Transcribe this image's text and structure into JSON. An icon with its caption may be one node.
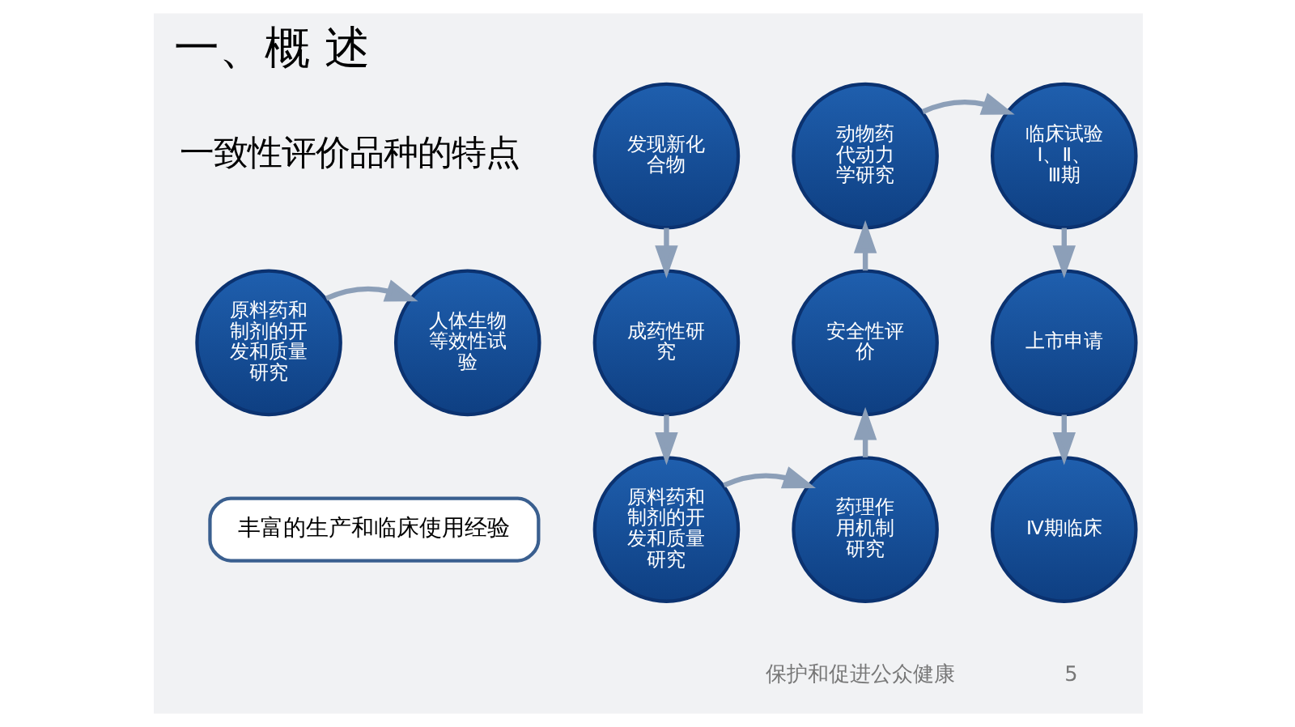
{
  "diagram": {
    "title": "一、概 述",
    "nodes": [
      {
        "text": [
          "原料药和制剂的开发和质量研究"
        ]
      },
      {
        "text": [
          "人体生物等效性试验"
        ]
      },
      {
        "text": [
          "丰富的生产和临床使用经验"
        ]
      },
      {
        "text": [
          "发现新化合物"
        ]
      },
      {
        "text": [
          "成药性研究"
        ]
      },
      {
        "text": [
          "原料药和制剂的开发和质量研究"
        ]
      },
      {
        "text": [
          "药理作用机制研究"
        ]
      },
      {
        "text": [
          "安全性评价"
        ]
      },
      {
        "text": [
          "动物药代动力学研究"
        ]
      },
      {
        "text": [
          "临床试验Ⅰ、Ⅱ、Ⅲ期"
        ]
      },
      {
        "text": [
          "上市申请"
        ]
      },
      {
        "text": [
          "Ⅳ期临床"
        ]
      }
    ],
    "edges": [
      {
        "from": 0,
        "to": 1,
        "arrow": "to"
      },
      {
        "from": 3,
        "to": 4,
        "arrow": "to"
      },
      {
        "from": 4,
        "to": 5,
        "arrow": "to"
      },
      {
        "from": 5,
        "to": 6,
        "arrow": "to"
      },
      {
        "from": 6,
        "to": 7,
        "arrow": "to"
      },
      {
        "from": 7,
        "to": 8,
        "arrow": "to"
      },
      {
        "from": 8,
        "to": 9,
        "arrow": "to"
      },
      {
        "from": 9,
        "to": 10,
        "arrow": "to"
      },
      {
        "from": 10,
        "to": 11,
        "arrow": "to"
      }
    ],
    "labels": [
      "一致性评价品种的特点",
      "保护和促进公众健康",
      "5"
    ]
  }
}
